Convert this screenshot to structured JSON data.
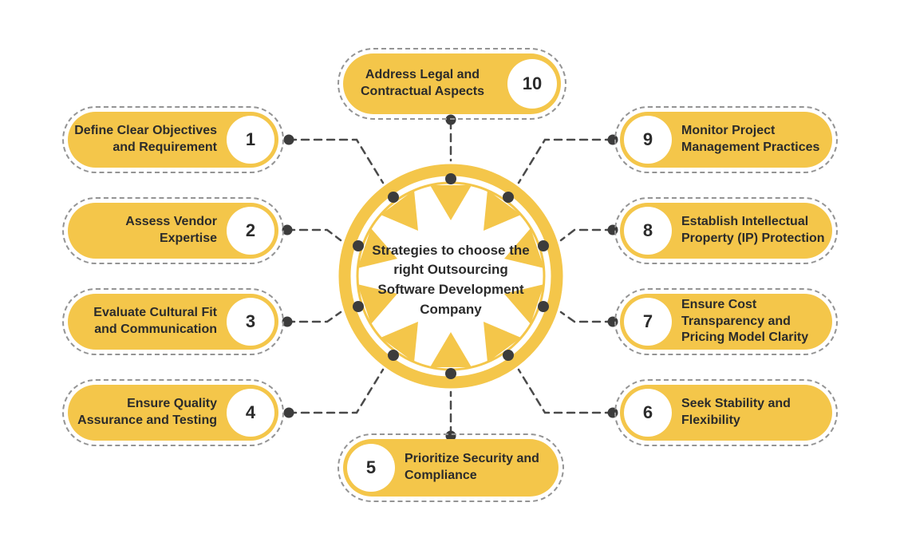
{
  "hub": {
    "title": "Strategies to choose the right Outsourcing Software Development Company"
  },
  "items": [
    {
      "number": "1",
      "label": "Define Clear Objectives and Requirement"
    },
    {
      "number": "2",
      "label": "Assess Vendor Expertise"
    },
    {
      "number": "3",
      "label": "Evaluate Cultural Fit and Communication"
    },
    {
      "number": "4",
      "label": "Ensure Quality Assurance and Testing"
    },
    {
      "number": "5",
      "label": "Prioritize Security and Compliance"
    },
    {
      "number": "6",
      "label": "Seek Stability and Flexibility"
    },
    {
      "number": "7",
      "label": "Ensure Cost Transparency and Pricing Model Clarity"
    },
    {
      "number": "8",
      "label": "Establish Intellectual Property (IP) Protection"
    },
    {
      "number": "9",
      "label": "Monitor Project Management Practices"
    },
    {
      "number": "10",
      "label": "Address Legal and Contractual Aspects"
    }
  ],
  "colors": {
    "accent": "#F4C64A",
    "text": "#2B2B2B",
    "connector": "#4A4A4A",
    "dot": "#3C3C3C",
    "outline": "#949494",
    "bg": "#FFFFFF"
  }
}
